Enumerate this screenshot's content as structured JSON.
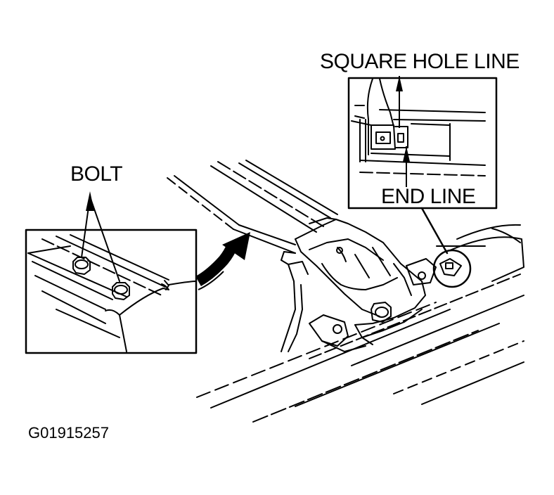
{
  "labels": {
    "bolt": "BOLT",
    "square_hole_line": "SQUARE HOLE LINE",
    "end_line": "END LINE"
  },
  "figure_id": "G01915257",
  "colors": {
    "ink": "#000000",
    "paper": "#ffffff"
  }
}
